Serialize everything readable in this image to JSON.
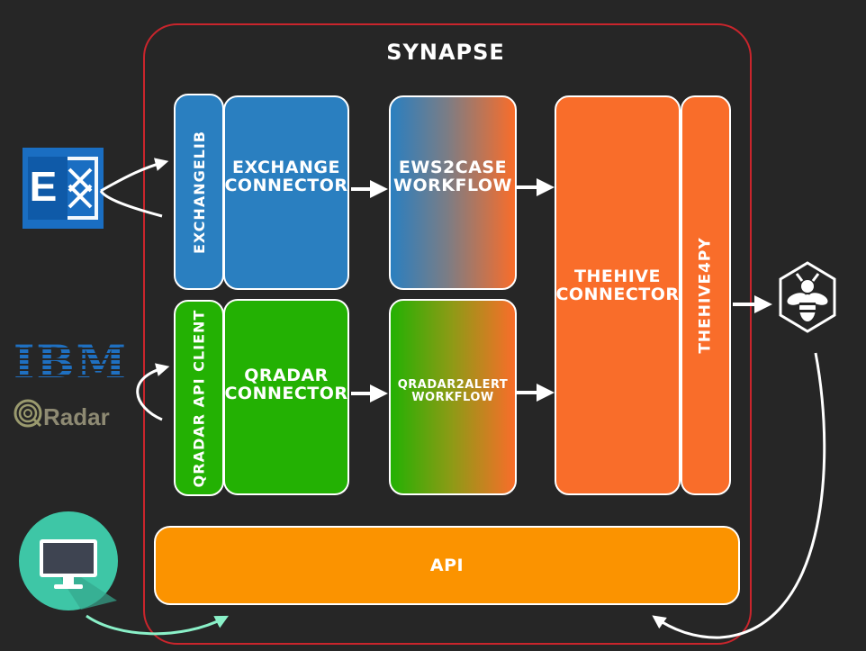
{
  "title": "SYNAPSE",
  "colors": {
    "frame": "#c9252c",
    "exchange_blue": "#2a7fc0",
    "qradar_green": "#23b103",
    "hive_orange": "#f96d2a",
    "api_orange": "#fb9300",
    "arrow": "#ffffff",
    "user_arrow": "#8af0c8"
  },
  "boxes": {
    "exchangelib": "EXCHANGELIB",
    "exchange_connector": [
      "EXCHANGE",
      "CONNECTOR"
    ],
    "ews2case": [
      "EWS2CASE",
      "WORKFLOW"
    ],
    "qradar_api_client": "QRADAR API CLIENT",
    "qradar_connector": [
      "QRADAR",
      "CONNECTOR"
    ],
    "qradar2alert": [
      "QRADAR2ALERT",
      "WORKFLOW"
    ],
    "thehive_connector": [
      "THEHIVE",
      "CONNECTOR"
    ],
    "thehive4py": "THEHIVE4PY",
    "api": "API"
  },
  "logos": {
    "exchange": "E",
    "ibm": "IBM",
    "qradar": "Radar"
  },
  "icons": {
    "exchange": "exchange-logo-icon",
    "ibm": "ibm-logo-icon",
    "qradar": "qradar-logo-icon",
    "thehive": "thehive-bee-icon",
    "user": "monitor-icon"
  }
}
